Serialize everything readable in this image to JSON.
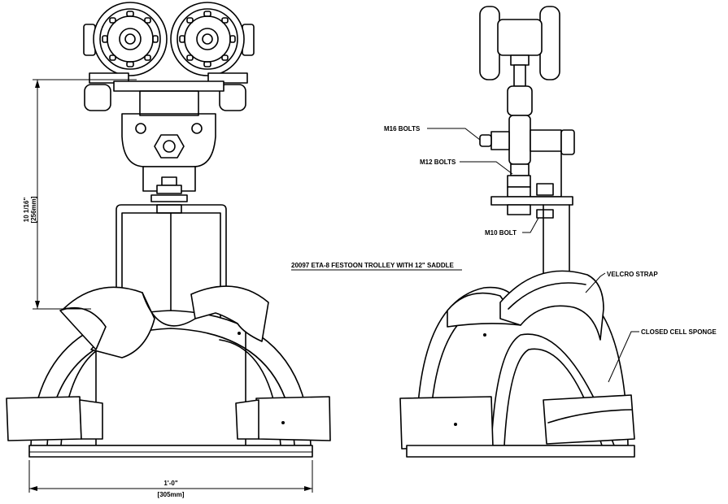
{
  "drawing": {
    "title": "20097 ETA-8 FESTOON TROLLEY WITH 12\" SADDLE",
    "callouts": {
      "m16_bolts": "M16 BOLTS",
      "m12_bolts": "M12 BOLTS",
      "m10_bolt": "M10 BOLT",
      "velcro_strap": "VELCRO STRAP",
      "closed_cell_sponge": "CLOSED CELL SPONGE"
    },
    "dimensions": {
      "height_imperial": "10 1/16\"",
      "height_metric": "[256mm]",
      "width_imperial": "1'-0\"",
      "width_metric": "[305mm]"
    }
  }
}
